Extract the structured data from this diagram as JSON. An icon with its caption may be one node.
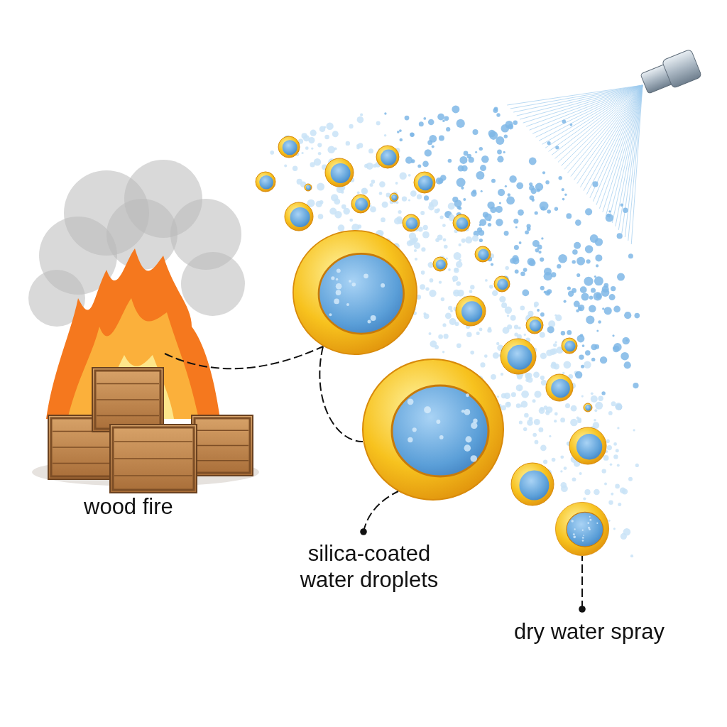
{
  "diagram": {
    "nodes": [
      {
        "text": [],
        "shape": "picture",
        "beside": [
          "wood fire"
        ]
      },
      {
        "text": [],
        "shape": "circle"
      },
      {
        "text": [],
        "shape": "circle"
      },
      {
        "text": [
          "silica-coated water droplets"
        ]
      },
      {
        "text": [],
        "shape": "circle"
      },
      {
        "text": [
          "dry water spray"
        ]
      }
    ],
    "edges": [
      {
        "from": 0,
        "to": 1,
        "arrow": "none",
        "style": "dashed"
      },
      {
        "from": 1,
        "to": 2,
        "arrow": "none",
        "style": "dashed"
      },
      {
        "from": 3,
        "to": 2,
        "arrow": "other",
        "style": "dashed"
      },
      {
        "from": 5,
        "to": 4,
        "arrow": "other",
        "style": "dashed"
      }
    ]
  }
}
